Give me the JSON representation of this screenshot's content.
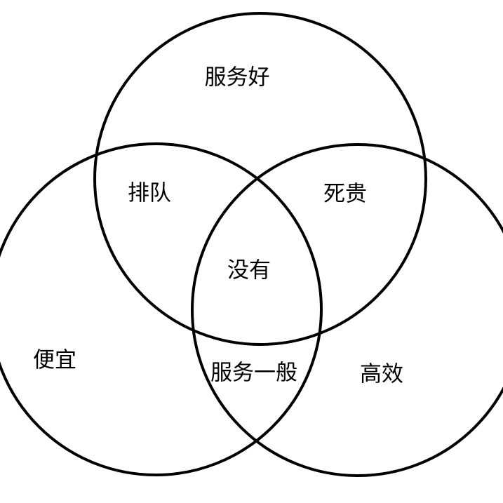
{
  "colors": {
    "background": "#ffffff",
    "stroke": "#000000",
    "text": "#000000"
  },
  "regions": {
    "top_only": "服务好",
    "top_left": "排队",
    "top_right": "死贵",
    "center": "没有",
    "left_only": "便宜",
    "bottom": "服务一般",
    "right_only": "高效"
  }
}
